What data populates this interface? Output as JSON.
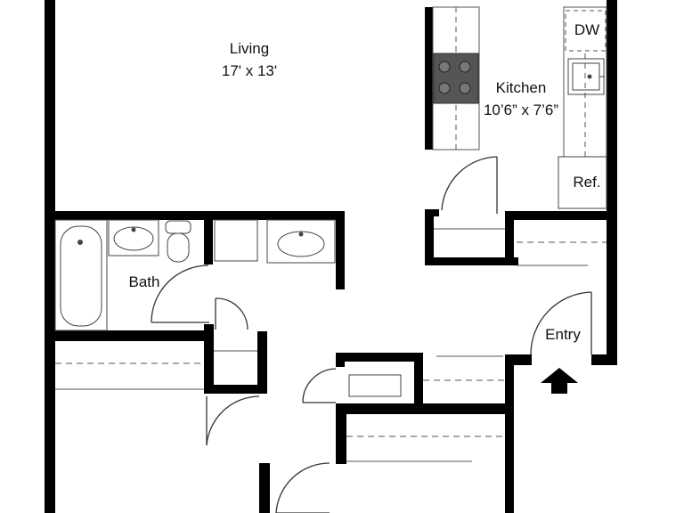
{
  "rooms": {
    "living": {
      "name": "Living",
      "size": "17' x 13'"
    },
    "kitchen": {
      "name": "Kitchen",
      "size": "10’6” x 7’6”"
    },
    "bath": {
      "name": "Bath"
    },
    "entry": {
      "name": "Entry"
    }
  },
  "fixtures": {
    "dishwasher": "DW",
    "refrigerator": "Ref."
  },
  "icons": [
    "entry-arrow-icon",
    "range-burner-icon",
    "sink-icon",
    "toilet-icon",
    "bathtub-icon"
  ],
  "colors": {
    "wall": "#000000",
    "fixture_line": "#555555",
    "background": "#ffffff"
  }
}
